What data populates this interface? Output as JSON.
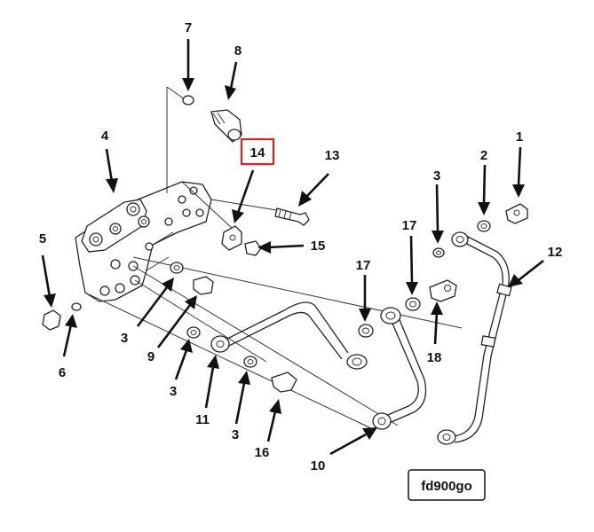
{
  "figure_code": "fd900go",
  "highlighted": "14",
  "callouts": [
    "7",
    "8",
    "4",
    "14",
    "13",
    "1",
    "2",
    "3",
    "12",
    "17",
    "5",
    "15",
    "17",
    "6",
    "3",
    "9",
    "18",
    "3",
    "11",
    "3",
    "16",
    "10"
  ],
  "colors": {
    "highlight": "#e02020",
    "ink": "#111111"
  }
}
